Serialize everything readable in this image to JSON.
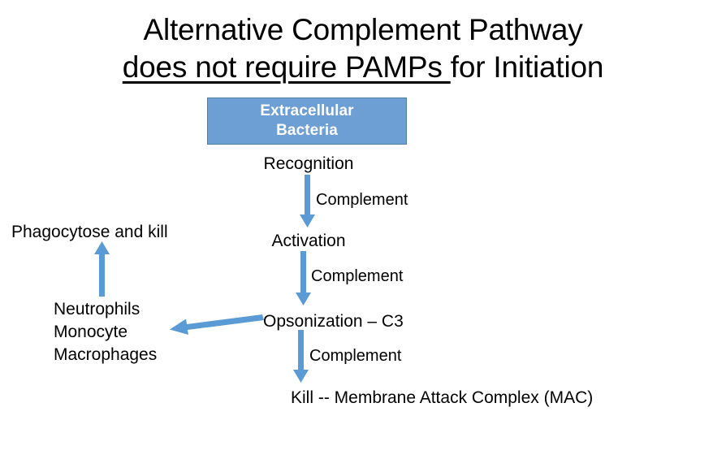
{
  "slide": {
    "title": {
      "line1": "Alternative Complement Pathway",
      "line2_underlined": "does not require PAMPs ",
      "line2_rest": "for Initiation"
    },
    "source_box": {
      "line1": "Extracellular",
      "line2": "Bacteria",
      "fill_color": "#6D9ED4",
      "border_color": "#52809F",
      "text_color": "#FFFFFF"
    },
    "flow": {
      "step_recognition": "Recognition",
      "step_activation": "Activation",
      "step_opsonization": "Opsonization – C3",
      "step_mac": "Kill -- Membrane Attack Complex (MAC)"
    },
    "edge_labels": {
      "complement_1": "Complement",
      "complement_2": "Complement",
      "complement_3": "Complement"
    },
    "side": {
      "outcome": "Phagocytose and kill",
      "cells": [
        "Neutrophils",
        "Monocyte",
        "Macrophages"
      ]
    },
    "arrow_color": "#5B9BD5"
  }
}
